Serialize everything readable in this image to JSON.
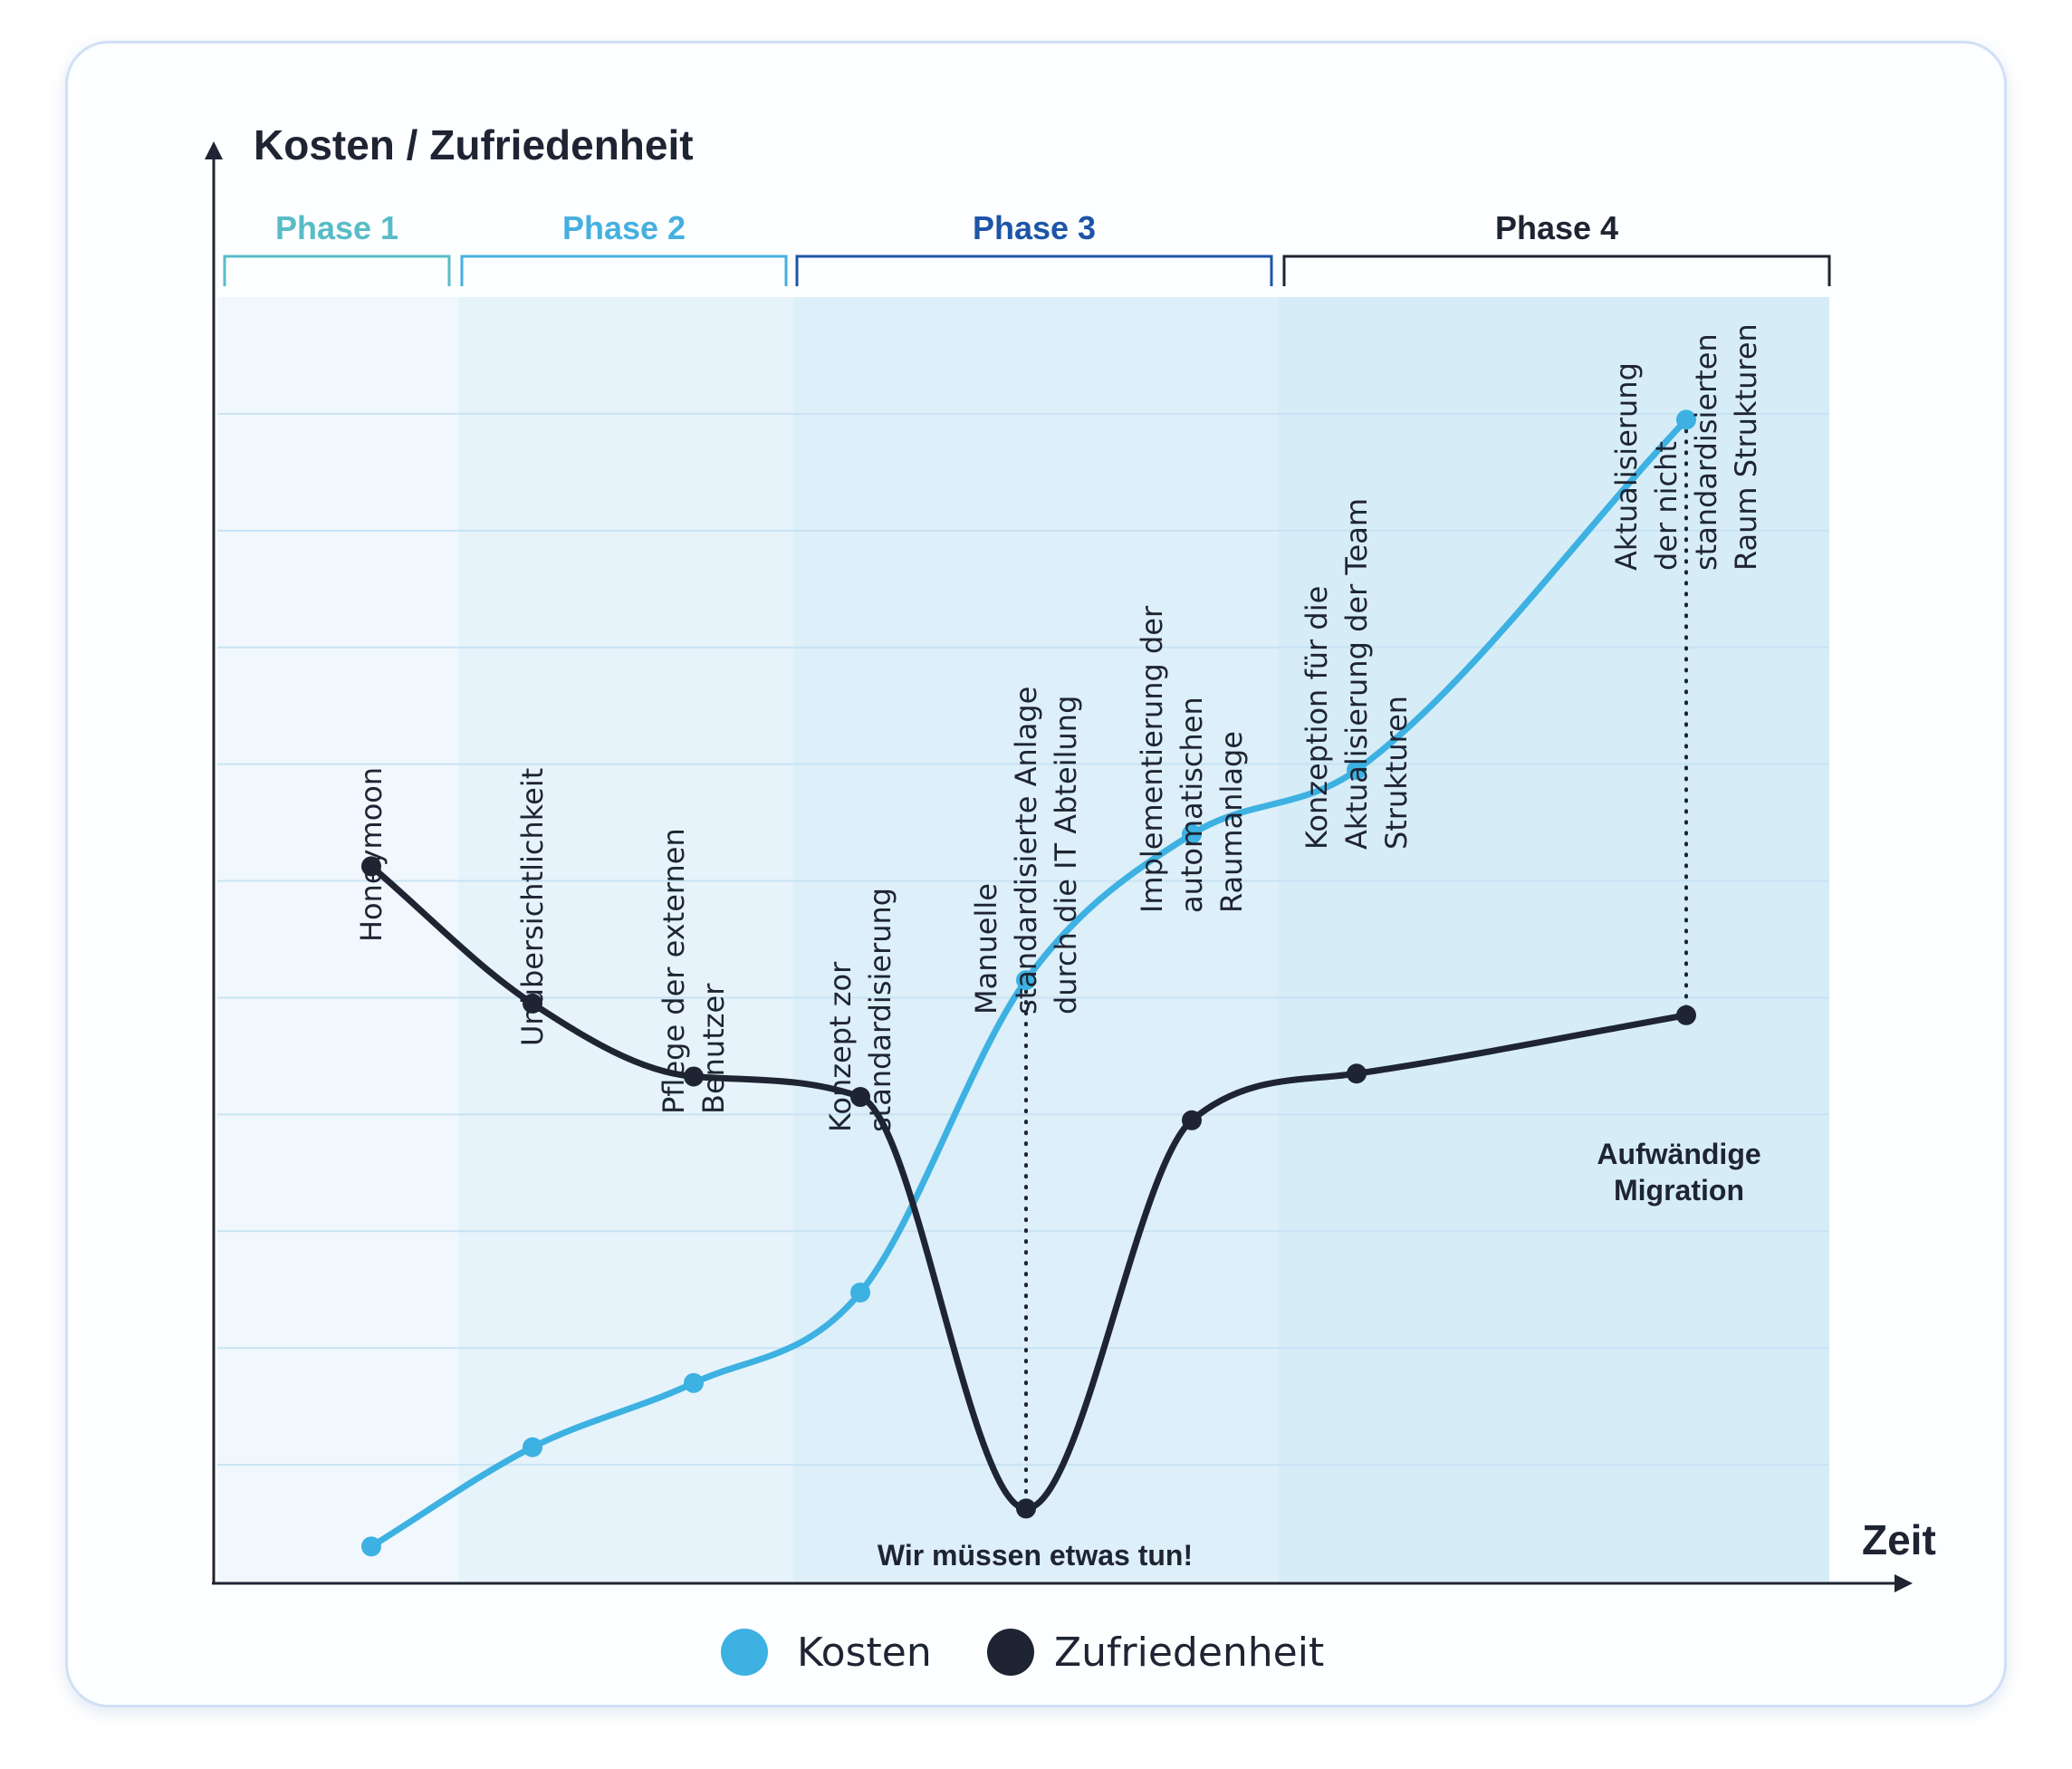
{
  "chart_data": {
    "type": "line",
    "ylabel": "Kosten / Zufriedenheit",
    "xlabel": "Zeit",
    "grid": "horizontal",
    "legend": "bottom-center",
    "phases": [
      {
        "label": "Phase 1",
        "color": "#58bcc7"
      },
      {
        "label": "Phase 2",
        "color": "#45b0df"
      },
      {
        "label": "Phase 3",
        "color": "#1d55a8"
      },
      {
        "label": "Phase 4",
        "color": "#1f2433"
      }
    ],
    "milestones": [
      {
        "lines": [
          "Honeymoon"
        ]
      },
      {
        "lines": [
          "Unübersichtlichkeit"
        ]
      },
      {
        "lines": [
          "Pflege der externen",
          "Benutzer"
        ]
      },
      {
        "lines": [
          "Konzept zor",
          "standardisierung"
        ]
      },
      {
        "lines": [
          "Manuelle",
          "standardisierte Anlage",
          "durch die IT Abteilung"
        ]
      },
      {
        "lines": [
          "Implementierung der",
          "automatischen",
          "Raumanlage"
        ]
      },
      {
        "lines": [
          "Konzeption für die",
          "Aktualisierung der Team",
          "Strukturen"
        ]
      },
      {
        "lines": [
          "Aktualisierung",
          "der nicht",
          "standardisierten",
          "Raum Strukturen"
        ]
      }
    ],
    "series": [
      {
        "name": "Kosten",
        "color": "#3cb1e2",
        "values": [
          0.6,
          2.3,
          3.4,
          4.95,
          10.3,
          12.8,
          13.9,
          19.9
        ]
      },
      {
        "name": "Zufriedenheit",
        "color": "#1f2433",
        "values": [
          12.25,
          9.9,
          8.65,
          8.3,
          1.25,
          7.9,
          8.7,
          9.7
        ]
      }
    ],
    "notes": {
      "bottom": "Wir müssen etwas tun!",
      "end": [
        "Aufwändige",
        "Migration"
      ]
    }
  }
}
